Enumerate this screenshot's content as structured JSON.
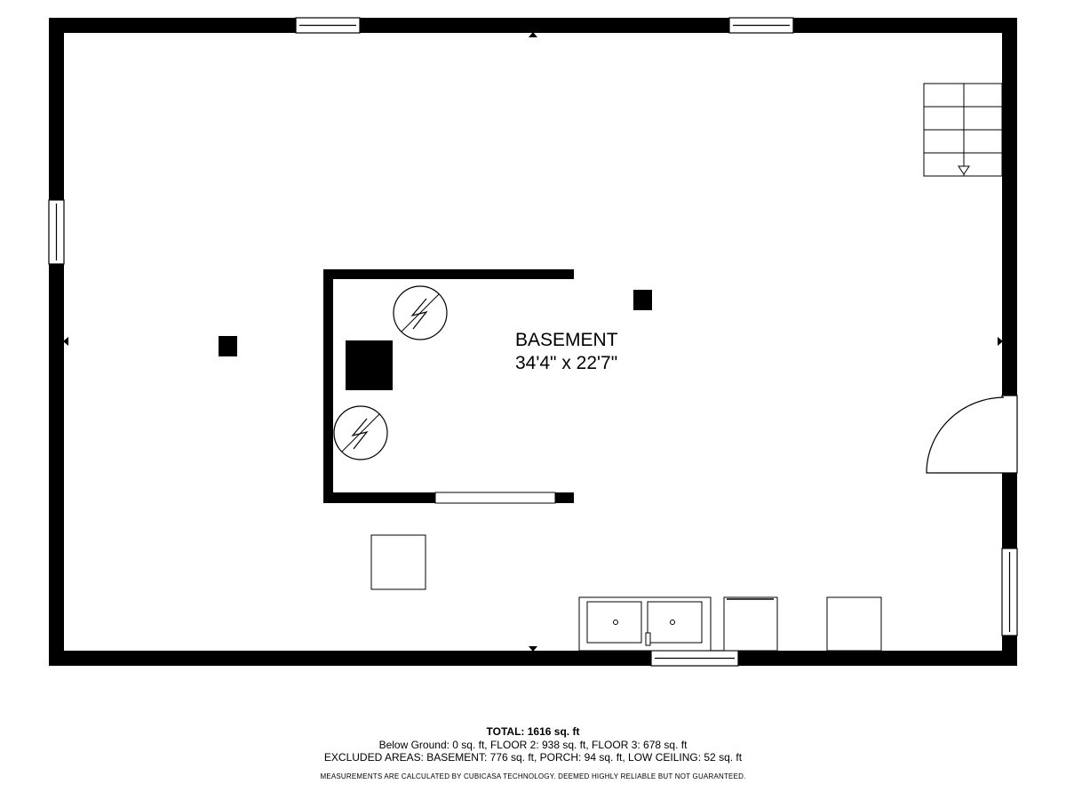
{
  "room": {
    "name": "BASEMENT",
    "dimensions": "34'4\" x 22'7\""
  },
  "footer": {
    "total": "TOTAL: 1616 sq. ft",
    "line1": "Below Ground: 0 sq. ft, FLOOR 2: 938 sq. ft, FLOOR 3: 678 sq. ft",
    "line2": "EXCLUDED AREAS: BASEMENT: 776 sq. ft, PORCH: 94 sq. ft, LOW CEILING: 52 sq. ft",
    "note": "MEASUREMENTS ARE CALCULATED BY CUBICASA TECHNOLOGY. DEEMED HIGHLY RELIABLE BUT NOT GUARANTEED."
  },
  "colors": {
    "wall": "#000000",
    "background": "#ffffff"
  }
}
